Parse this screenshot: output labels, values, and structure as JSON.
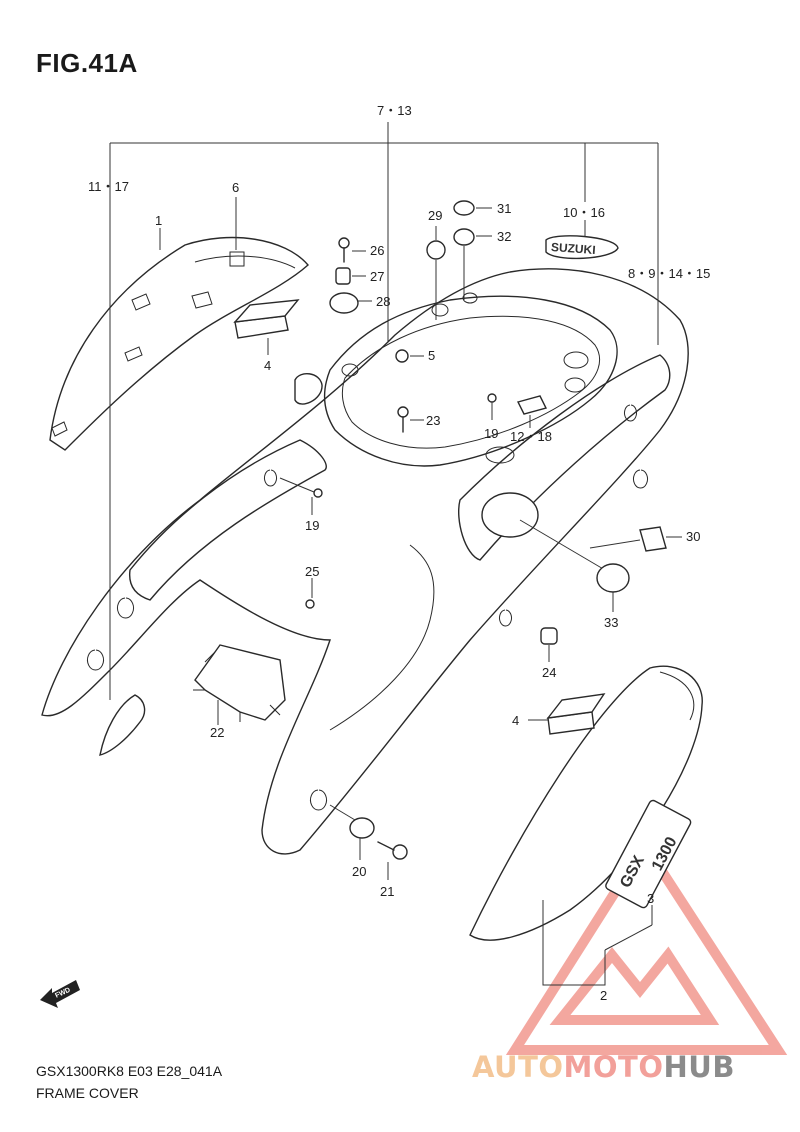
{
  "figure": {
    "title": "FIG.41A",
    "model_code": "GSX1300RK8 E03 E28_041A",
    "section_name": "FRAME COVER"
  },
  "callouts": {
    "c1": "1",
    "c2": "2",
    "c3": "3",
    "c4a": "4",
    "c4b": "4",
    "c5": "5",
    "c6": "6",
    "c7_13": "7・13",
    "c8_15": "8・9・14・15",
    "c10_16": "10・16",
    "c11_17": "11・17",
    "c12_18": "12・18",
    "c19a": "19",
    "c19b": "19",
    "c20": "20",
    "c21": "21",
    "c22": "22",
    "c23": "23",
    "c24": "24",
    "c25": "25",
    "c26": "26",
    "c27": "27",
    "c28": "28",
    "c29": "29",
    "c30": "30",
    "c31": "31",
    "c32": "32",
    "c33": "33"
  },
  "emblems": {
    "suzuki": "SUZUKI",
    "gsx": "GSX",
    "r1300": "1300",
    "fwd": "FWD"
  },
  "watermark": {
    "part1": "AUTO",
    "part2": "MOTO",
    "part3": "HUB",
    "colors": {
      "auto": "#f4c79a",
      "moto": "#f2a09a",
      "hub": "#8b8b8b",
      "logo": "#f08a80"
    }
  }
}
